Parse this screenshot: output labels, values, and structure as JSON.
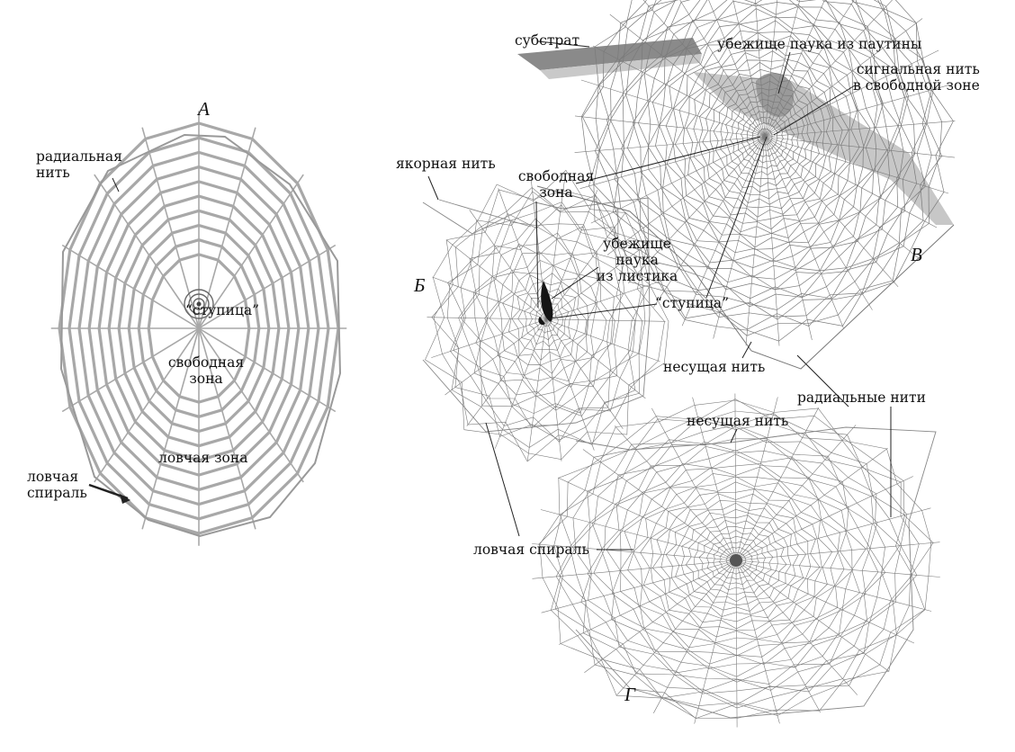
{
  "panels": {
    "a": "А",
    "b": "Б",
    "v": "В",
    "g": "Г"
  },
  "diagram_a": {
    "radial_thread_1": "радиальная",
    "radial_thread_2": "нить",
    "hub": "“ступица”",
    "free_zone_1": "свободная",
    "free_zone_2": "зона",
    "capture_zone": "ловчая зона",
    "capture_spiral_1": "ловчая",
    "capture_spiral_2": "спираль"
  },
  "photos": {
    "substrate": "субстрат",
    "web_retreat": "убежище паука из паутины",
    "signal_thread_1": "сигнальная нить",
    "signal_thread_2": "в свободной зоне",
    "anchor_thread": "якорная нить",
    "free_zone_1": "свободная",
    "free_zone_2": "зона",
    "leaf_retreat_1": "убежище",
    "leaf_retreat_2": "паука",
    "leaf_retreat_3": "из листика",
    "hub": "“ступица”",
    "bridge_thread_v": "несущая нить",
    "radial_threads": "радиальные нити",
    "bridge_thread_g": "несущая нить",
    "capture_spiral": "ловчая спираль"
  },
  "colors": {
    "diagram_web": "#a8a8a8",
    "photo_web": "#7a7a7a",
    "text": "#111111"
  }
}
